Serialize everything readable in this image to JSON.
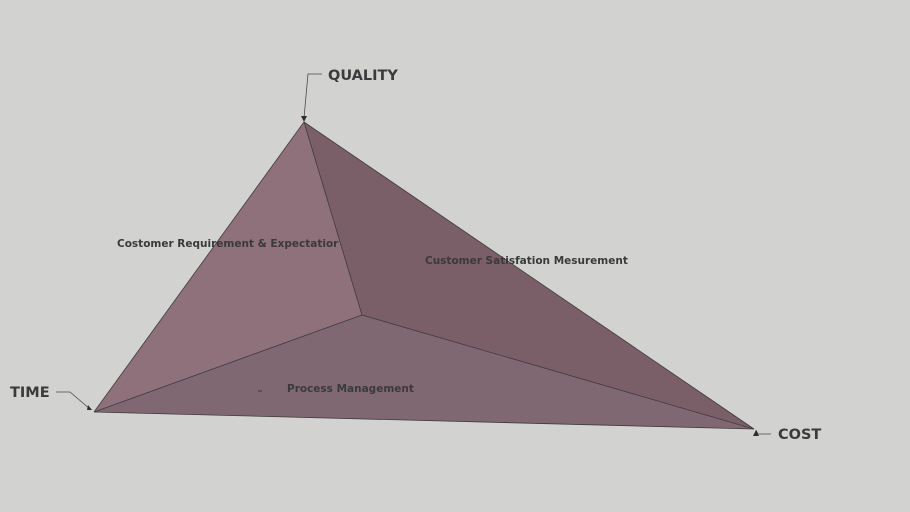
{
  "vertices": {
    "quality": "QUALITY",
    "time": "TIME",
    "cost": "COST"
  },
  "faces": {
    "left": "Costomer Requirement & Expectatior",
    "right": "Customer Satisfation Mesurement",
    "bottom": "Process Management"
  },
  "colors": {
    "background": "#d2d2d1",
    "face_left": "#8f717c",
    "face_right": "#7a5f68",
    "face_bottom": "#806872"
  }
}
